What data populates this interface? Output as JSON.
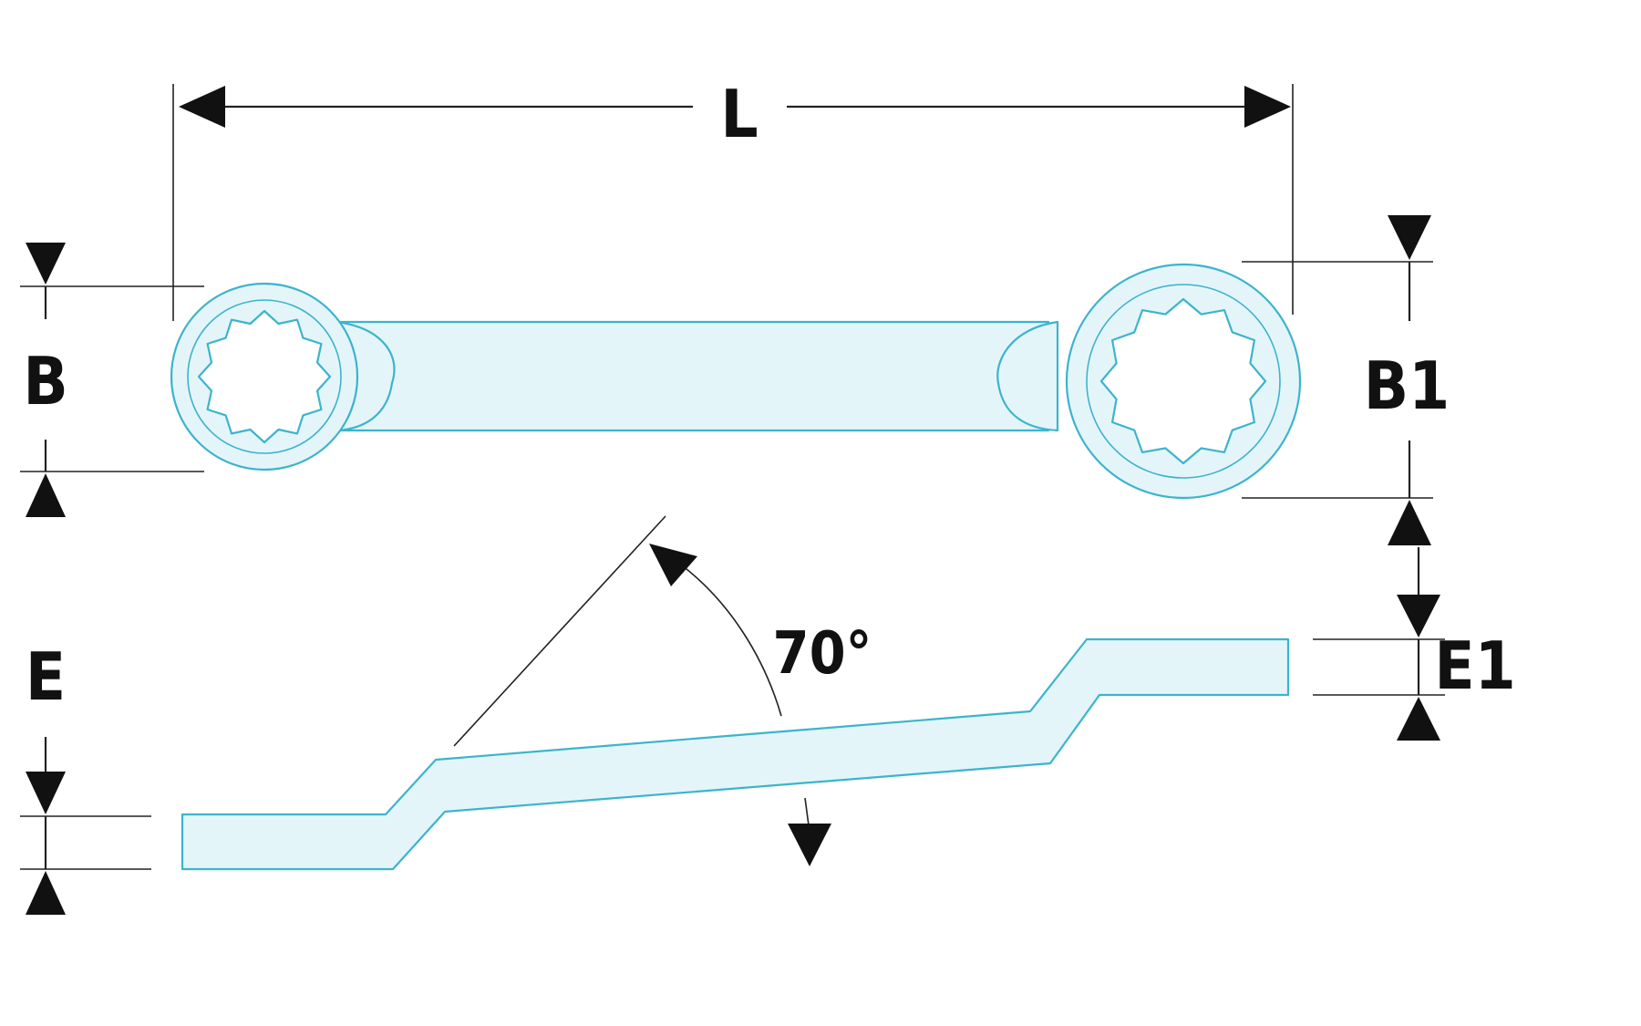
{
  "labels": {
    "length": "L",
    "head_width_left": "B",
    "head_width_right": "B1",
    "offset_left": "E",
    "offset_right": "E1",
    "angle": "70°"
  },
  "colors": {
    "tool_stroke": "#3cb4cc",
    "tool_fill": "#e4f5fa",
    "annotation": "#111111"
  }
}
